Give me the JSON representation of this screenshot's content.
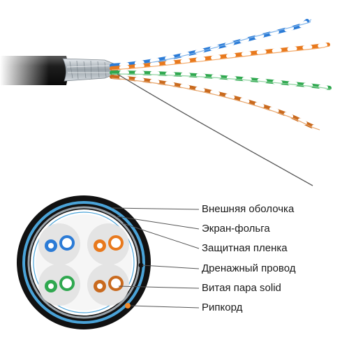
{
  "labels": {
    "outer_sheath": "Внешняя оболочка",
    "foil_screen": "Экран-фольга",
    "protective_film": "Защитная пленка",
    "drain_wire": "Дренажный провод",
    "twisted_pair": "Витая пара solid",
    "ripcord": "Рипкорд"
  },
  "colors": {
    "jacket": "#1b1b1b",
    "foil": "#b9c1c7",
    "blue_pair": "#2b7bd6",
    "orange_pair": "#e8791d",
    "green_pair": "#2fa84f",
    "brown_pair": "#c96a1e",
    "ring_blue": "#4aa3d8",
    "ripcord": "#f08a2a"
  }
}
